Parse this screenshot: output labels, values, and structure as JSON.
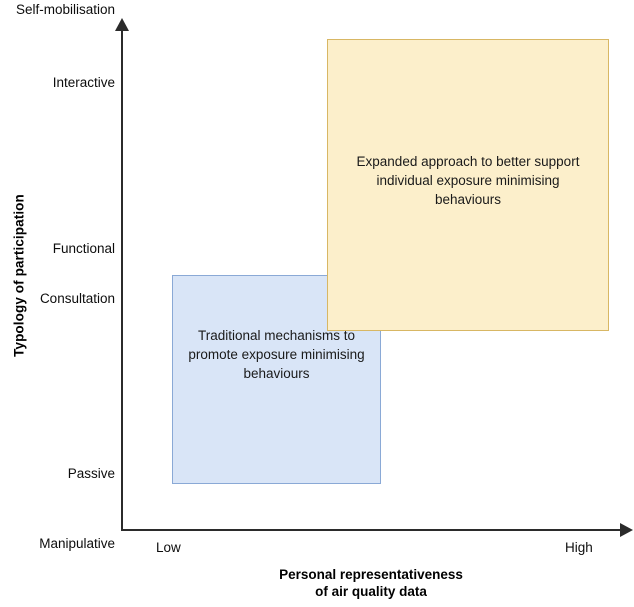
{
  "chart_data": {
    "type": "diagram",
    "title": "",
    "xlabel": "Personal representativeness\nof air quality data",
    "ylabel": "Typology of participation",
    "x_ticks": [
      "Low",
      "High"
    ],
    "y_ticks": [
      "Manipulative",
      "Passive",
      "Consultation",
      "Functional",
      "Interactive",
      "Self-mobilisation"
    ],
    "boxes": [
      {
        "name": "traditional",
        "text": "Traditional mechanisms to promote exposure minimising behaviours",
        "fill": "#D9E5F7",
        "stroke": "#8AA9D6",
        "x_range": [
          "Low",
          "mid"
        ],
        "y_range": [
          "Passive",
          "Consultation"
        ]
      },
      {
        "name": "expanded",
        "text": "Expanded approach to better support individual exposure minimising behaviours",
        "fill": "#FCEFCB",
        "stroke": "#D8B764",
        "x_range": [
          "mid",
          "High"
        ],
        "y_range": [
          "Consultation",
          "Interactive"
        ]
      }
    ]
  },
  "axes": {
    "y_title": "Typology of participation",
    "x_title_line1": "Personal representativeness",
    "x_title_line2": "of air quality data",
    "y_ticks": [
      {
        "label": "Self-mobilisation"
      },
      {
        "label": "Interactive"
      },
      {
        "label": "Functional"
      },
      {
        "label": "Consultation"
      },
      {
        "label": "Passive"
      },
      {
        "label": "Manipulative"
      }
    ],
    "x_ticks": [
      {
        "label": "Low"
      },
      {
        "label": "High"
      }
    ]
  },
  "boxes": {
    "expanded": {
      "line1": "Expanded approach to better support",
      "line2": "individual exposure minimising",
      "line3": "behaviours"
    },
    "traditional": {
      "line1": "Traditional mechanisms to",
      "line2": "promote exposure minimising",
      "line3": "behaviours"
    }
  },
  "colors": {
    "expanded_fill": "#FCEFCB",
    "expanded_stroke": "#D8B764",
    "traditional_fill": "#D9E5F7",
    "traditional_stroke": "#8AA9D6",
    "axis": "#2B2B2B"
  }
}
